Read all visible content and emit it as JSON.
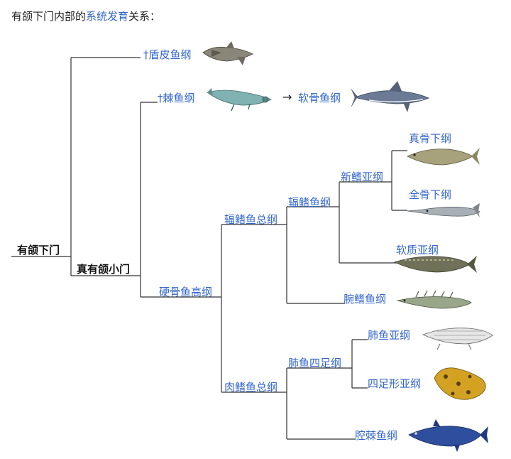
{
  "intro": {
    "prefix": "有颌下门内部的",
    "link": "系统发育",
    "suffix": "关系："
  },
  "tree": {
    "root": "有颌下门",
    "placodermi": "†盾皮鱼纲",
    "acanthodii": "†棘鱼纲",
    "arrow": "→",
    "chondrichthyes": "软骨鱼纲",
    "eugnathostomata": "真有颌小门",
    "osteichthyes": "硬骨鱼高纲",
    "actinopterygii_super": "辐鳍鱼总纲",
    "actinopterygii": "辐鳍鱼纲",
    "neopterygii": "新鳍亚纲",
    "teleostei": "真骨下纲",
    "holostei": "全骨下纲",
    "chondrostei": "软质亚纲",
    "cladistia": "腕鳍鱼纲",
    "sarcopterygii_super": "肉鳍鱼总纲",
    "rhipidistia": "肺鱼四足纲",
    "dipnomorpha": "肺鱼亚纲",
    "tetrapodomorpha": "四足形亚纲",
    "actinistia": "腔棘鱼纲"
  },
  "colors": {
    "link": "#3366cc",
    "line": "#333333"
  },
  "icons": [
    "placoderm-fish-icon",
    "acanthodian-fish-icon",
    "shark-icon",
    "salmon-icon",
    "gar-icon",
    "sturgeon-icon",
    "bichir-icon",
    "lungfish-icon",
    "tetrapodomorph-icon",
    "coelacanth-icon"
  ]
}
